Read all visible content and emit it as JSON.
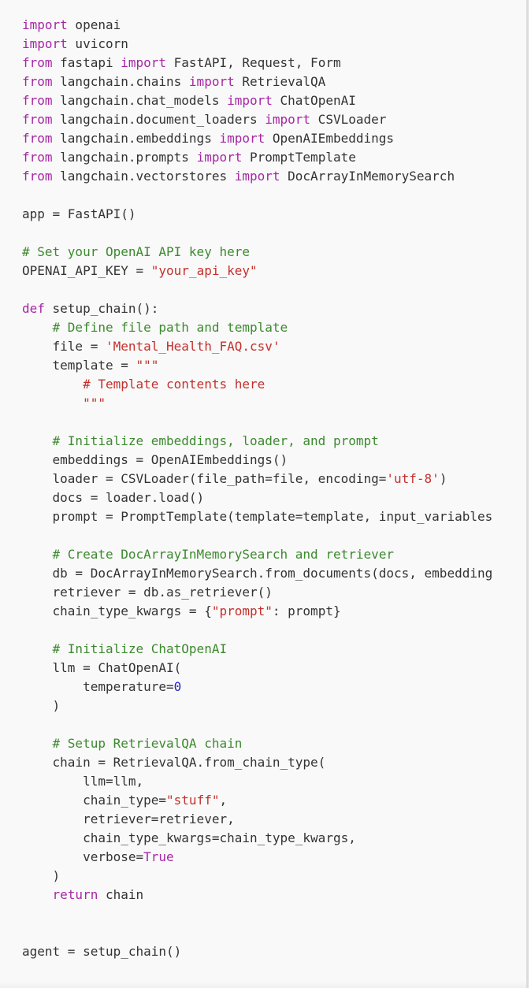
{
  "colors": {
    "keyword": "#a626a4",
    "comment": "#3c8a2e",
    "string": "#c4302b",
    "number": "#2222cc",
    "text": "#333333",
    "background": "#f9f9f9"
  },
  "code_lines": [
    [
      [
        "k",
        "import"
      ],
      [
        "p",
        " openai"
      ]
    ],
    [
      [
        "k",
        "import"
      ],
      [
        "p",
        " uvicorn"
      ]
    ],
    [
      [
        "k",
        "from"
      ],
      [
        "p",
        " fastapi "
      ],
      [
        "k",
        "import"
      ],
      [
        "p",
        " FastAPI, Request, Form"
      ]
    ],
    [
      [
        "k",
        "from"
      ],
      [
        "p",
        " langchain.chains "
      ],
      [
        "k",
        "import"
      ],
      [
        "p",
        " RetrievalQA"
      ]
    ],
    [
      [
        "k",
        "from"
      ],
      [
        "p",
        " langchain.chat_models "
      ],
      [
        "k",
        "import"
      ],
      [
        "p",
        " ChatOpenAI"
      ]
    ],
    [
      [
        "k",
        "from"
      ],
      [
        "p",
        " langchain.document_loaders "
      ],
      [
        "k",
        "import"
      ],
      [
        "p",
        " CSVLoader"
      ]
    ],
    [
      [
        "k",
        "from"
      ],
      [
        "p",
        " langchain.embeddings "
      ],
      [
        "k",
        "import"
      ],
      [
        "p",
        " OpenAIEmbeddings"
      ]
    ],
    [
      [
        "k",
        "from"
      ],
      [
        "p",
        " langchain.prompts "
      ],
      [
        "k",
        "import"
      ],
      [
        "p",
        " PromptTemplate"
      ]
    ],
    [
      [
        "k",
        "from"
      ],
      [
        "p",
        " langchain.vectorstores "
      ],
      [
        "k",
        "import"
      ],
      [
        "p",
        " DocArrayInMemorySearch"
      ]
    ],
    [],
    [
      [
        "p",
        "app = FastAPI()"
      ]
    ],
    [],
    [
      [
        "c",
        "# Set your OpenAI API key here"
      ]
    ],
    [
      [
        "p",
        "OPENAI_API_KEY = "
      ],
      [
        "s",
        "\"your_api_key\""
      ]
    ],
    [],
    [
      [
        "k",
        "def"
      ],
      [
        "p",
        " setup_chain():"
      ]
    ],
    [
      [
        "p",
        "    "
      ],
      [
        "c",
        "# Define file path and template"
      ]
    ],
    [
      [
        "p",
        "    file = "
      ],
      [
        "s",
        "'Mental_Health_FAQ.csv'"
      ]
    ],
    [
      [
        "p",
        "    template = "
      ],
      [
        "s",
        "\"\"\""
      ]
    ],
    [
      [
        "s",
        "        # Template contents here"
      ]
    ],
    [
      [
        "s",
        "        \"\"\""
      ]
    ],
    [],
    [
      [
        "p",
        "    "
      ],
      [
        "c",
        "# Initialize embeddings, loader, and prompt"
      ]
    ],
    [
      [
        "p",
        "    embeddings = OpenAIEmbeddings()"
      ]
    ],
    [
      [
        "p",
        "    loader = CSVLoader(file_path=file, encoding="
      ],
      [
        "s",
        "'utf-8'"
      ],
      [
        "p",
        ")"
      ]
    ],
    [
      [
        "p",
        "    docs = loader.load()"
      ]
    ],
    [
      [
        "p",
        "    prompt = PromptTemplate(template=template, input_variables"
      ]
    ],
    [],
    [
      [
        "p",
        "    "
      ],
      [
        "c",
        "# Create DocArrayInMemorySearch and retriever"
      ]
    ],
    [
      [
        "p",
        "    db = DocArrayInMemorySearch.from_documents(docs, embedding"
      ]
    ],
    [
      [
        "p",
        "    retriever = db.as_retriever()"
      ]
    ],
    [
      [
        "p",
        "    chain_type_kwargs = {"
      ],
      [
        "s",
        "\"prompt\""
      ],
      [
        "p",
        ": prompt}"
      ]
    ],
    [],
    [
      [
        "p",
        "    "
      ],
      [
        "c",
        "# Initialize ChatOpenAI"
      ]
    ],
    [
      [
        "p",
        "    llm = ChatOpenAI("
      ]
    ],
    [
      [
        "p",
        "        temperature="
      ],
      [
        "n",
        "0"
      ]
    ],
    [
      [
        "p",
        "    )"
      ]
    ],
    [],
    [
      [
        "p",
        "    "
      ],
      [
        "c",
        "# Setup RetrievalQA chain"
      ]
    ],
    [
      [
        "p",
        "    chain = RetrievalQA.from_chain_type("
      ]
    ],
    [
      [
        "p",
        "        llm=llm,"
      ]
    ],
    [
      [
        "p",
        "        chain_type="
      ],
      [
        "s",
        "\"stuff\""
      ],
      [
        "p",
        ","
      ]
    ],
    [
      [
        "p",
        "        retriever=retriever,"
      ]
    ],
    [
      [
        "p",
        "        chain_type_kwargs=chain_type_kwargs,"
      ]
    ],
    [
      [
        "p",
        "        verbose="
      ],
      [
        "k",
        "True"
      ]
    ],
    [
      [
        "p",
        "    )"
      ]
    ],
    [
      [
        "p",
        "    "
      ],
      [
        "k",
        "return"
      ],
      [
        "p",
        " chain"
      ]
    ],
    [],
    [],
    [
      [
        "p",
        "agent = setup_chain()"
      ]
    ]
  ]
}
